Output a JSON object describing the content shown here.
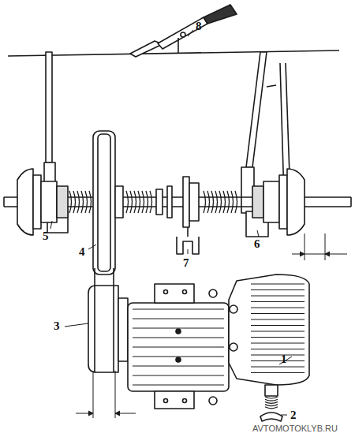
{
  "diagram": {
    "labels": [
      "8",
      "5",
      "4",
      "7",
      "6",
      "3",
      "1",
      "2",
      "AVTOMOTOKLYB.RU"
    ]
  }
}
